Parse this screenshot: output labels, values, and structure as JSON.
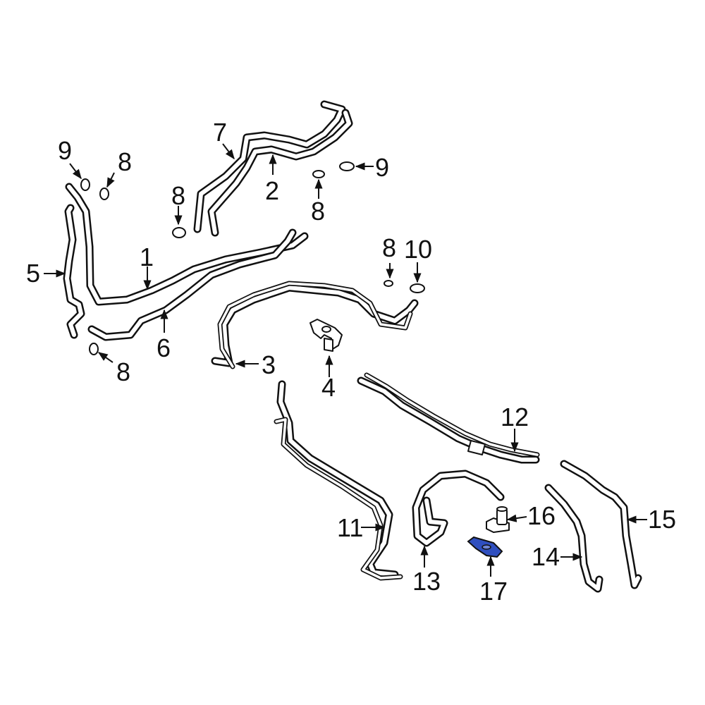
{
  "callouts": [
    {
      "id": "c1",
      "text": "1"
    },
    {
      "id": "c2",
      "text": "2"
    },
    {
      "id": "c3",
      "text": "3"
    },
    {
      "id": "c4",
      "text": "4"
    },
    {
      "id": "c5",
      "text": "5"
    },
    {
      "id": "c6",
      "text": "6"
    },
    {
      "id": "c7",
      "text": "7"
    },
    {
      "id": "c8a",
      "text": "8"
    },
    {
      "id": "c8b",
      "text": "8"
    },
    {
      "id": "c8c",
      "text": "8"
    },
    {
      "id": "c8d",
      "text": "8"
    },
    {
      "id": "c8e",
      "text": "8"
    },
    {
      "id": "c9a",
      "text": "9"
    },
    {
      "id": "c9b",
      "text": "9"
    },
    {
      "id": "c10",
      "text": "10"
    },
    {
      "id": "c11",
      "text": "11"
    },
    {
      "id": "c12",
      "text": "12"
    },
    {
      "id": "c13",
      "text": "13"
    },
    {
      "id": "c14",
      "text": "14"
    },
    {
      "id": "c15",
      "text": "15"
    },
    {
      "id": "c16",
      "text": "16"
    },
    {
      "id": "c17",
      "text": "17"
    }
  ],
  "highlight_color": "#2f4fbf",
  "line_color": "#111111"
}
